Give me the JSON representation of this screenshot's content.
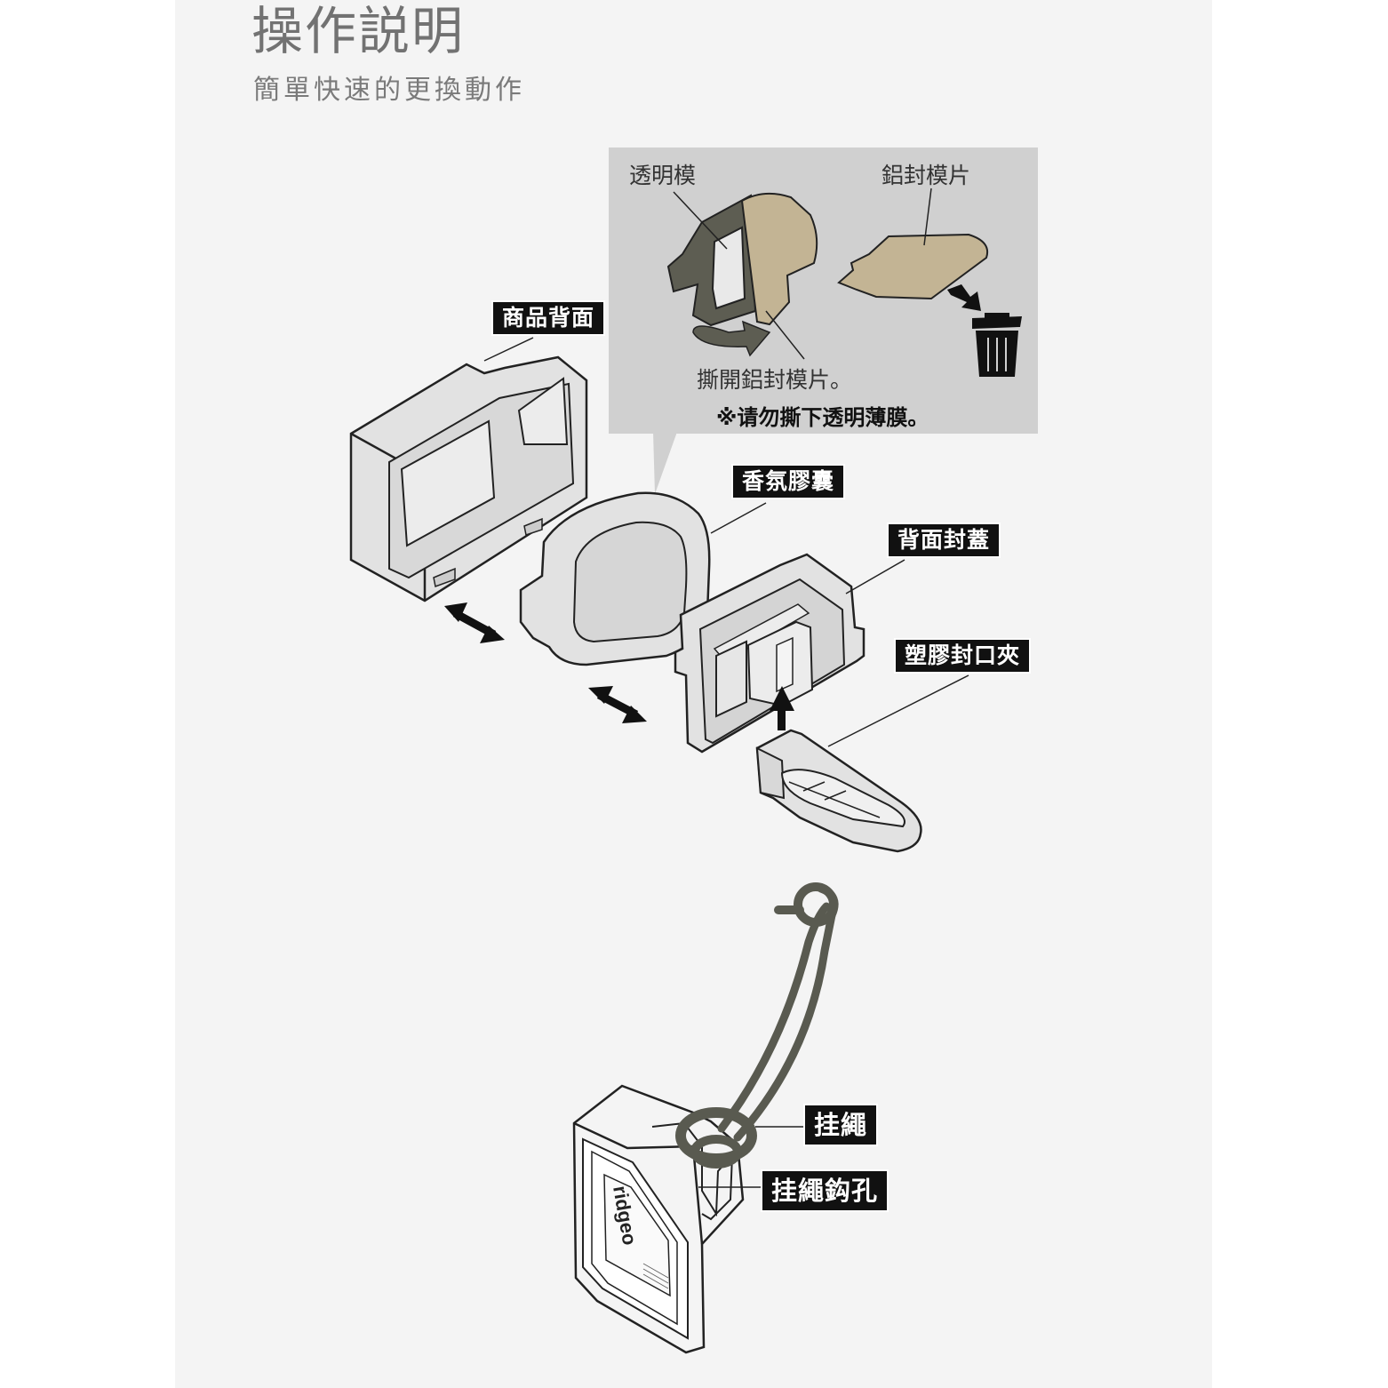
{
  "header": {
    "title": "操作説明",
    "subtitle": "簡單快速的更換動作"
  },
  "inset": {
    "clear_mold_label": "透明模",
    "foil_sheet_label": "鋁封模片",
    "instruction": "撕開鋁封模片。",
    "warning": "※请勿撕下透明薄膜。"
  },
  "parts": {
    "product_back": "商品背面",
    "fragrance_capsule": "香氛膠囊",
    "back_cover": "背面封蓋",
    "plastic_clip": "塑膠封口夾",
    "lanyard": "挂繩",
    "lanyard_hole": "挂繩鈎孔"
  },
  "device": {
    "brand": "ridgeo"
  },
  "colors": {
    "panel_bg": "#f4f4f4",
    "inset_bg": "#d0d0d0",
    "part_fill": "#e2e2e2",
    "outline": "#222222",
    "foil": "#c3b494",
    "dark_olive": "#5d5d52",
    "cord": "#595a50",
    "tag_bg": "#111111"
  }
}
